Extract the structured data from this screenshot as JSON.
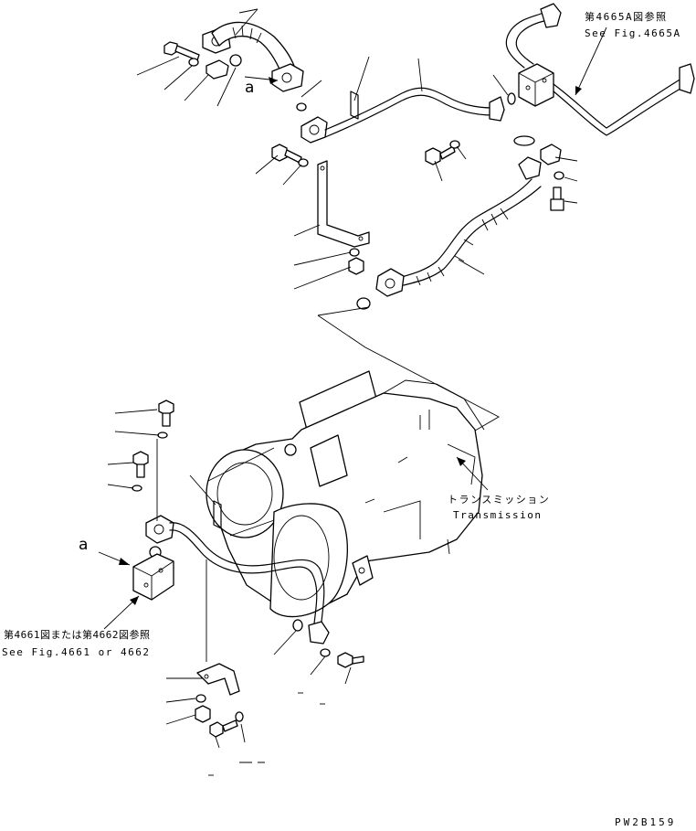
{
  "diagram_id": "PW2B159",
  "reference_top": {
    "jp": "第4665A図参照",
    "en": "See Fig.4665A"
  },
  "transmission": {
    "jp": "トランスミッション",
    "en": "Transmission"
  },
  "reference_bottom": {
    "jp": "第4661図または第4662図参照",
    "en": "See Fig.4661 or 4662"
  },
  "detail_marker": "a"
}
